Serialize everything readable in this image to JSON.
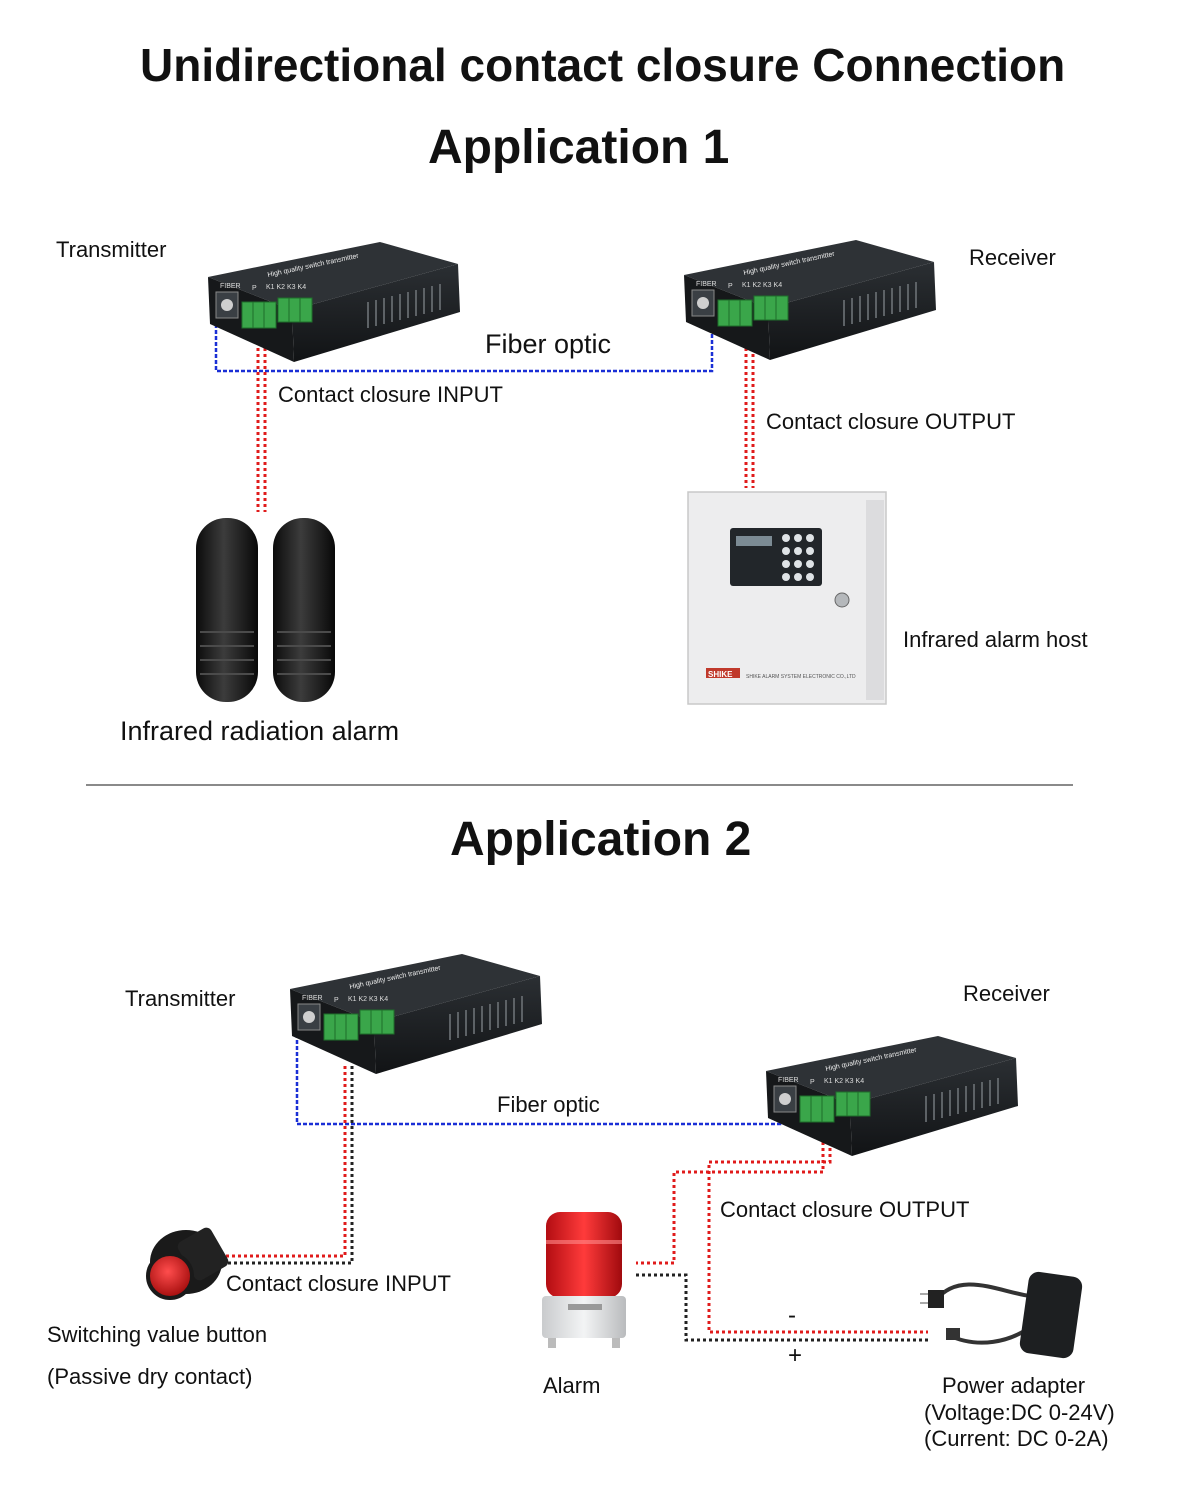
{
  "title": "Unidirectional contact closure Connection",
  "application_1": {
    "heading": "Application 1",
    "transmitter_label": "Transmitter",
    "receiver_label": "Receiver",
    "fiber_label": "Fiber optic",
    "input_label": "Contact closure INPUT",
    "output_label": "Contact closure OUTPUT",
    "sensor_label": "Infrared radiation alarm",
    "host_label": "Infrared alarm host"
  },
  "application_2": {
    "heading": "Application 2",
    "transmitter_label": "Transmitter",
    "receiver_label": "Receiver",
    "fiber_label": "Fiber optic",
    "input_label": "Contact closure INPUT",
    "output_label": "Contact closure OUTPUT",
    "button_label_1": "Switching value button",
    "button_label_2": "(Passive dry contact)",
    "alarm_label": "Alarm",
    "minus_sign": "-",
    "plus_sign": "+",
    "adapter_label_1": "Power adapter",
    "adapter_label_2": "(Voltage:DC 0-24V)",
    "adapter_label_3": "(Current: DC 0-2A)"
  },
  "device_print": {
    "fiber": "FIBER",
    "p": "P",
    "ports": [
      "K1",
      "K2",
      "K3",
      "K4"
    ],
    "top_text": "High quality switch transmitter",
    "host_brand": "SHIKE",
    "host_company": "SHIKE ALARM SYSTEM ELECTRONIC CO.,LTD"
  },
  "colors": {
    "fiber_line": "#1a2fd6",
    "contact_line": "#e01b1b",
    "dark_line": "#222222",
    "device_body": "#1c1f22",
    "terminal_green": "#3aa64a"
  },
  "icons": [
    "transmitter-device",
    "receiver-device",
    "infrared-beam-sensor",
    "alarm-host-panel",
    "push-button",
    "rotating-alarm-light",
    "power-adapter-plug"
  ]
}
